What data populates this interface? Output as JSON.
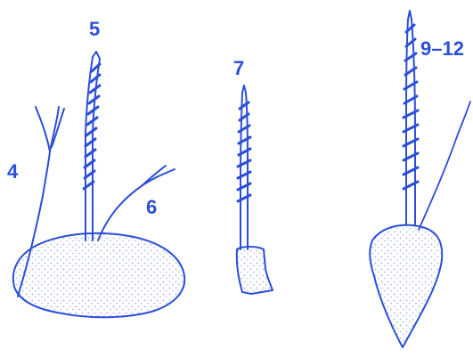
{
  "colors": {
    "ink": "#2c4fd8",
    "stipple": "#9fb0f0",
    "background": "#ffffff"
  },
  "labels": {
    "seta_4": "4",
    "seta_5": "5",
    "seta_6": "6",
    "seta_7": "7",
    "seta_9_12": "9–12"
  }
}
